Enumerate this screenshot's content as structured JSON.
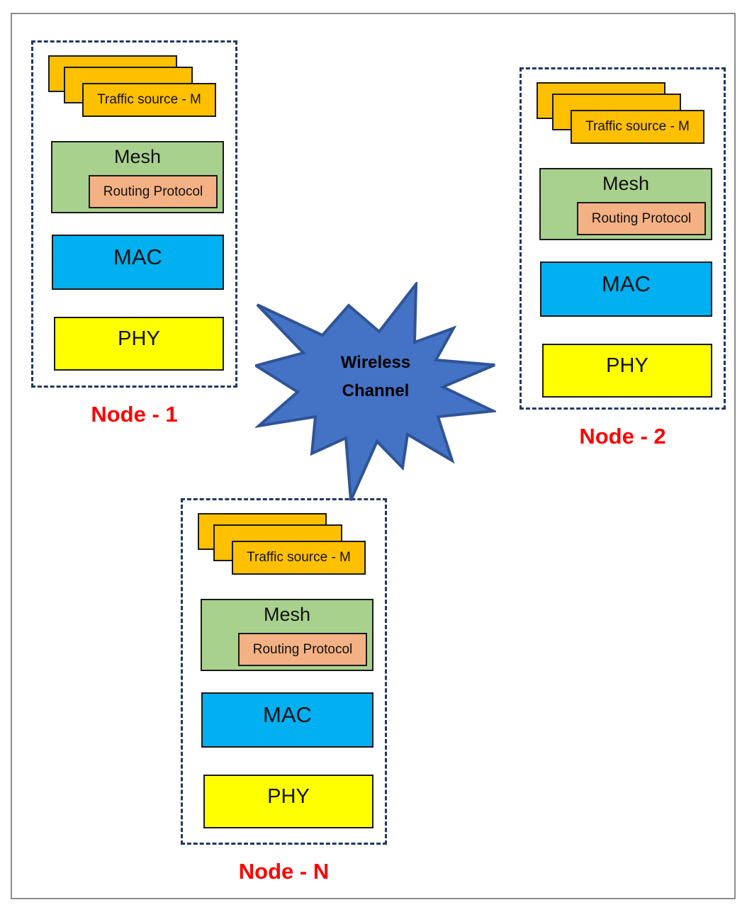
{
  "channel": {
    "line1": "Wireless",
    "line2": "Channel"
  },
  "layer_labels": {
    "traffic_source": "Traffic source - M",
    "mesh": "Mesh",
    "routing": "Routing Protocol",
    "mac": "MAC",
    "phy": "PHY"
  },
  "nodes": [
    {
      "label": "Node - 1"
    },
    {
      "label": "Node - 2"
    },
    {
      "label": "Node - N"
    }
  ],
  "colors": {
    "traffic_source": "#FFC000",
    "mesh": "#A9D18E",
    "routing": "#F4B183",
    "mac": "#00B0F0",
    "phy": "#FFFF00",
    "channel_fill": "#4472C4",
    "channel_stroke": "#2F5496",
    "node_label": "#FF0000",
    "dashed_border": "#1F3864",
    "frame_border": "#8c8c8c"
  }
}
